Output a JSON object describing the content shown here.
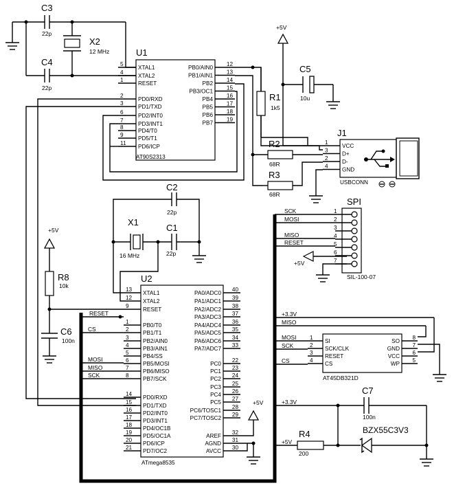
{
  "components": {
    "c3": {
      "ref": "C3",
      "value": "22p"
    },
    "c4": {
      "ref": "C4",
      "value": "22p"
    },
    "x2": {
      "ref": "X2",
      "value": "12 MHz"
    },
    "u1": {
      "ref": "U1",
      "part": "AT90S2313",
      "left_pins": [
        {
          "num": "5",
          "name": "XTAL1"
        },
        {
          "num": "4",
          "name": "XTAL2"
        },
        {
          "num": "1",
          "name": "RESET"
        },
        {
          "num": "2",
          "name": "PD0/RXD"
        },
        {
          "num": "3",
          "name": "PD1/TXD"
        },
        {
          "num": "6",
          "name": "PD2/INT0"
        },
        {
          "num": "7",
          "name": "PD3/INT1"
        },
        {
          "num": "8",
          "name": "PD4/T0"
        },
        {
          "num": "9",
          "name": "PD5/T1"
        },
        {
          "num": "11",
          "name": "PD6/ICP"
        }
      ],
      "right_pins": [
        {
          "num": "12",
          "name": "PB0/AIN0"
        },
        {
          "num": "13",
          "name": "PB1/AIN1"
        },
        {
          "num": "14",
          "name": "PB2"
        },
        {
          "num": "15",
          "name": "PB3/OC1"
        },
        {
          "num": "16",
          "name": "PB4"
        },
        {
          "num": "17",
          "name": "PB5"
        },
        {
          "num": "18",
          "name": "PB6"
        },
        {
          "num": "19",
          "name": "PB7"
        }
      ]
    },
    "c5": {
      "ref": "C5",
      "value": "10u"
    },
    "r1": {
      "ref": "R1",
      "value": "1k5"
    },
    "r2": {
      "ref": "R2",
      "value": "68R"
    },
    "r3": {
      "ref": "R3",
      "value": "68R"
    },
    "j1": {
      "ref": "J1",
      "part": "USBCONN",
      "pins": [
        {
          "num": "1",
          "name": "VCC"
        },
        {
          "num": "3",
          "name": "D+"
        },
        {
          "num": "2",
          "name": "D-"
        },
        {
          "num": "4",
          "name": "GND"
        }
      ]
    },
    "spi": {
      "ref": "SPI",
      "part": "SIL-100-07",
      "pins": [
        "1",
        "2",
        "3",
        "4",
        "5",
        "6",
        "7"
      ],
      "nets": [
        "SCK",
        "MOSI",
        "",
        "MISO",
        "RESET",
        "+5V",
        ""
      ]
    },
    "c2": {
      "ref": "C2",
      "value": "22p"
    },
    "c1": {
      "ref": "C1",
      "value": "22p"
    },
    "x1": {
      "ref": "X1",
      "value": "16 MHz"
    },
    "r8": {
      "ref": "R8",
      "value": "10k"
    },
    "c6": {
      "ref": "C6",
      "value": "100n"
    },
    "u2": {
      "ref": "U2",
      "part": "ATmega8535",
      "left_pins": [
        {
          "num": "13",
          "name": "XTAL1"
        },
        {
          "num": "12",
          "name": "XTAL2"
        },
        {
          "num": "9",
          "name": "RESET"
        },
        {
          "num": "1",
          "name": "PB0/T0"
        },
        {
          "num": "2",
          "name": "PB1/T1"
        },
        {
          "num": "3",
          "name": "PB2/AIN0"
        },
        {
          "num": "4",
          "name": "PB3/AIN1"
        },
        {
          "num": "5",
          "name": "PB4/SS"
        },
        {
          "num": "6",
          "name": "PB5/MOSI"
        },
        {
          "num": "7",
          "name": "PB6/MISO"
        },
        {
          "num": "8",
          "name": "PB7/SCK"
        },
        {
          "num": "14",
          "name": "PD0/RXD"
        },
        {
          "num": "15",
          "name": "PD1/TXD"
        },
        {
          "num": "16",
          "name": "PD2/INT0"
        },
        {
          "num": "17",
          "name": "PD3/INT1"
        },
        {
          "num": "18",
          "name": "PD4/OC1B"
        },
        {
          "num": "19",
          "name": "PD5/OC1A"
        },
        {
          "num": "20",
          "name": "PD6/ICP"
        },
        {
          "num": "21",
          "name": "PD7/OC2"
        }
      ],
      "right_pins": [
        {
          "num": "40",
          "name": "PA0/ADC0"
        },
        {
          "num": "39",
          "name": "PA1/ADC1"
        },
        {
          "num": "38",
          "name": "PA2/ADC2"
        },
        {
          "num": "37",
          "name": "PA3/ADC3"
        },
        {
          "num": "36",
          "name": "PA4/ADC4"
        },
        {
          "num": "35",
          "name": "PA5/ADC5"
        },
        {
          "num": "34",
          "name": "PA6/ADC6"
        },
        {
          "num": "33",
          "name": "PA7/ADC7"
        },
        {
          "num": "22",
          "name": "PC0"
        },
        {
          "num": "23",
          "name": "PC1"
        },
        {
          "num": "24",
          "name": "PC2"
        },
        {
          "num": "25",
          "name": "PC3"
        },
        {
          "num": "26",
          "name": "PC4"
        },
        {
          "num": "27",
          "name": "PC5"
        },
        {
          "num": "28",
          "name": "PC6/TOSC1"
        },
        {
          "num": "29",
          "name": "PC7/TOSC2"
        },
        {
          "num": "32",
          "name": "AREF"
        },
        {
          "num": "31",
          "name": "AGND"
        },
        {
          "num": "30",
          "name": "AVCC"
        }
      ]
    },
    "u3": {
      "part": "AT45DB321D",
      "left_pins": [
        {
          "num": "1",
          "name": "SI"
        },
        {
          "num": "2",
          "name": "SCK/CLK"
        },
        {
          "num": "3",
          "name": "RESET"
        },
        {
          "num": "4",
          "name": "CS"
        }
      ],
      "right_pins": [
        {
          "num": "8",
          "name": "SO"
        },
        {
          "num": "7",
          "name": "GND"
        },
        {
          "num": "6",
          "name": "VCC"
        },
        {
          "num": "5",
          "name": "WP"
        }
      ]
    },
    "c7": {
      "ref": "C7",
      "value": "100n"
    },
    "r4": {
      "ref": "R4",
      "value": "200"
    },
    "d1": {
      "part": "BZX55C3V3"
    }
  },
  "nets": {
    "vcc5": "+5V",
    "v33": "+3.3V",
    "reset": "RESET",
    "cs": "CS",
    "mosi": "MOSI",
    "miso": "MISO",
    "sck": "SCK"
  }
}
